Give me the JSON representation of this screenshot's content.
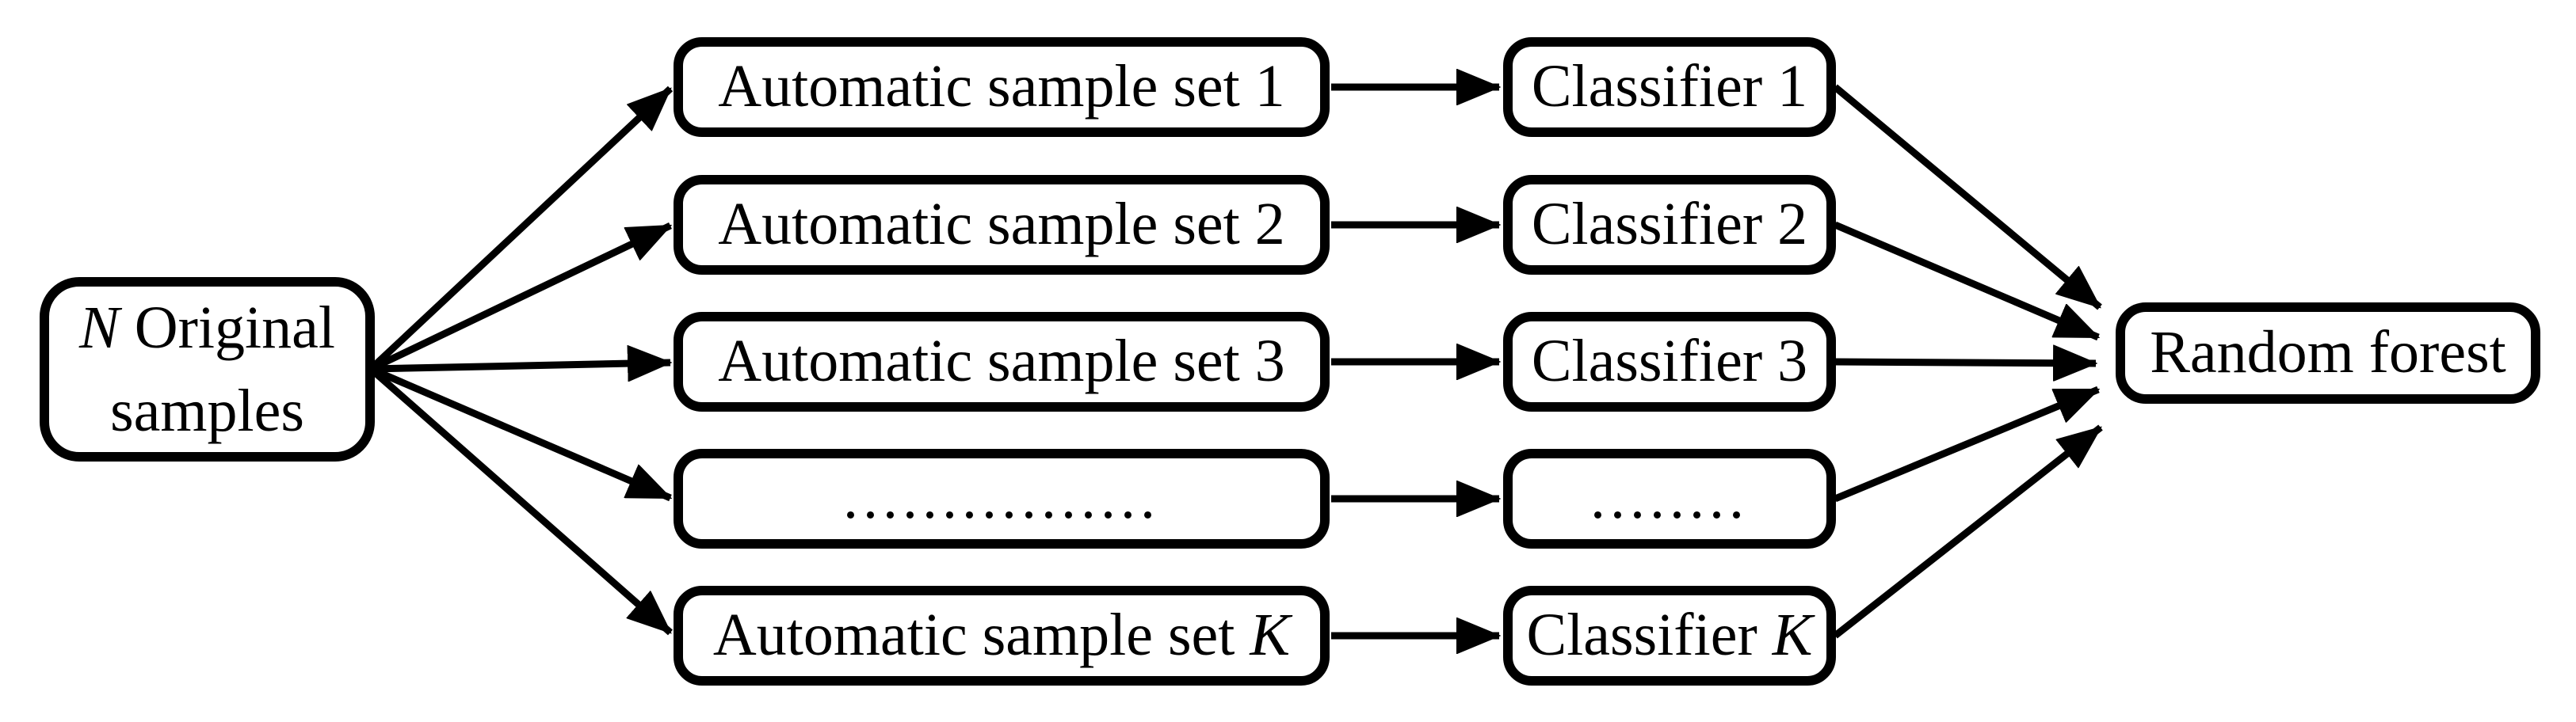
{
  "colors": {
    "ink": "#000000",
    "paper": "#ffffff"
  },
  "source_box": {
    "line1_italic": "N",
    "line1_rest": " Original",
    "line2": "samples"
  },
  "rows": [
    {
      "sample": "Automatic sample set 1",
      "sample_var": "",
      "classifier": "Classifier 1",
      "classifier_var": ""
    },
    {
      "sample": "Automatic sample set 2",
      "sample_var": "",
      "classifier": "Classifier 2",
      "classifier_var": ""
    },
    {
      "sample": "Automatic sample set 3",
      "sample_var": "",
      "classifier": "Classifier 3",
      "classifier_var": ""
    },
    {
      "sample": "................",
      "sample_var": "",
      "classifier": "........",
      "classifier_var": ""
    },
    {
      "sample": "Automatic sample set ",
      "sample_var": "K",
      "classifier": "Classifier ",
      "classifier_var": "K"
    }
  ],
  "output_box": {
    "label": "Random forest"
  }
}
